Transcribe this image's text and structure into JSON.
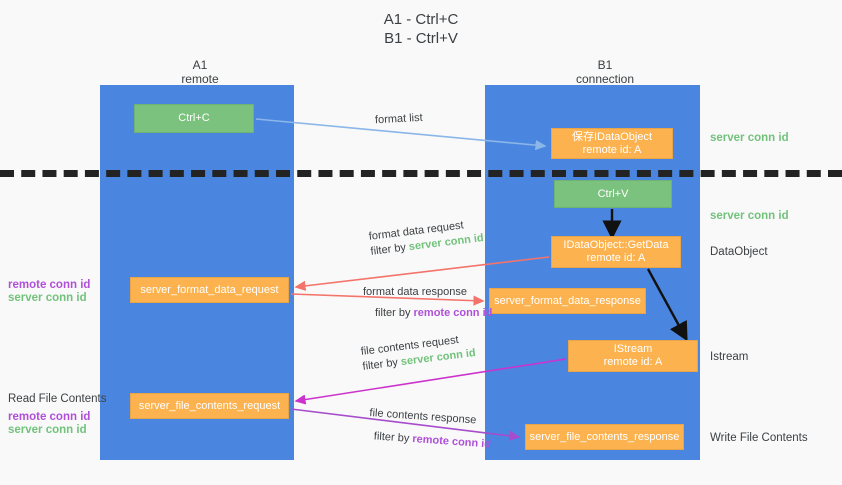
{
  "title": "A1 - Ctrl+C\nB1 - Ctrl+V",
  "columns": {
    "left": {
      "header": "A1\nremote"
    },
    "right": {
      "header": "B1\nconnection"
    }
  },
  "boxes": {
    "ctrl_c": "Ctrl+C",
    "ctrl_v": "Ctrl+V",
    "idataobject": "保存IDataObject\nremote id: A",
    "getdata": "IDataObject::GetData\nremote id: A",
    "istream": "IStream\nremote id: A",
    "server_format_data_request": "server_format_data_request",
    "server_format_data_response": "server_format_data_response",
    "server_file_contents_request": "server_file_contents_request",
    "server_file_contents_response": "server_file_contents_response"
  },
  "flows": {
    "format_list": "format list",
    "format_data_request": "format data request",
    "format_data_response": "format data response",
    "file_contents_request": "file contents request",
    "file_contents_response": "file contents response",
    "filter_by": "filter by "
  },
  "labels": {
    "server_conn_id": "server conn id",
    "remote_conn_id": "remote conn id",
    "data_object": "DataObject",
    "istream_side": "Istream",
    "write_file_contents": "Write File Contents",
    "read_file_contents": "Read File Contents"
  },
  "colors": {
    "lane_blue": "#4a86e0",
    "box_green": "#7ac27e",
    "box_orange": "#fcb24f",
    "server_conn_green": "#72c27c",
    "remote_conn_purple": "#b050d8",
    "arrow_blue": "#8ab6e8",
    "arrow_red": "#f4736a",
    "arrow_magenta": "#cc33cc",
    "arrow_purple": "#a64ccc",
    "arrow_black": "#111111",
    "background": "#f9f9f9"
  }
}
